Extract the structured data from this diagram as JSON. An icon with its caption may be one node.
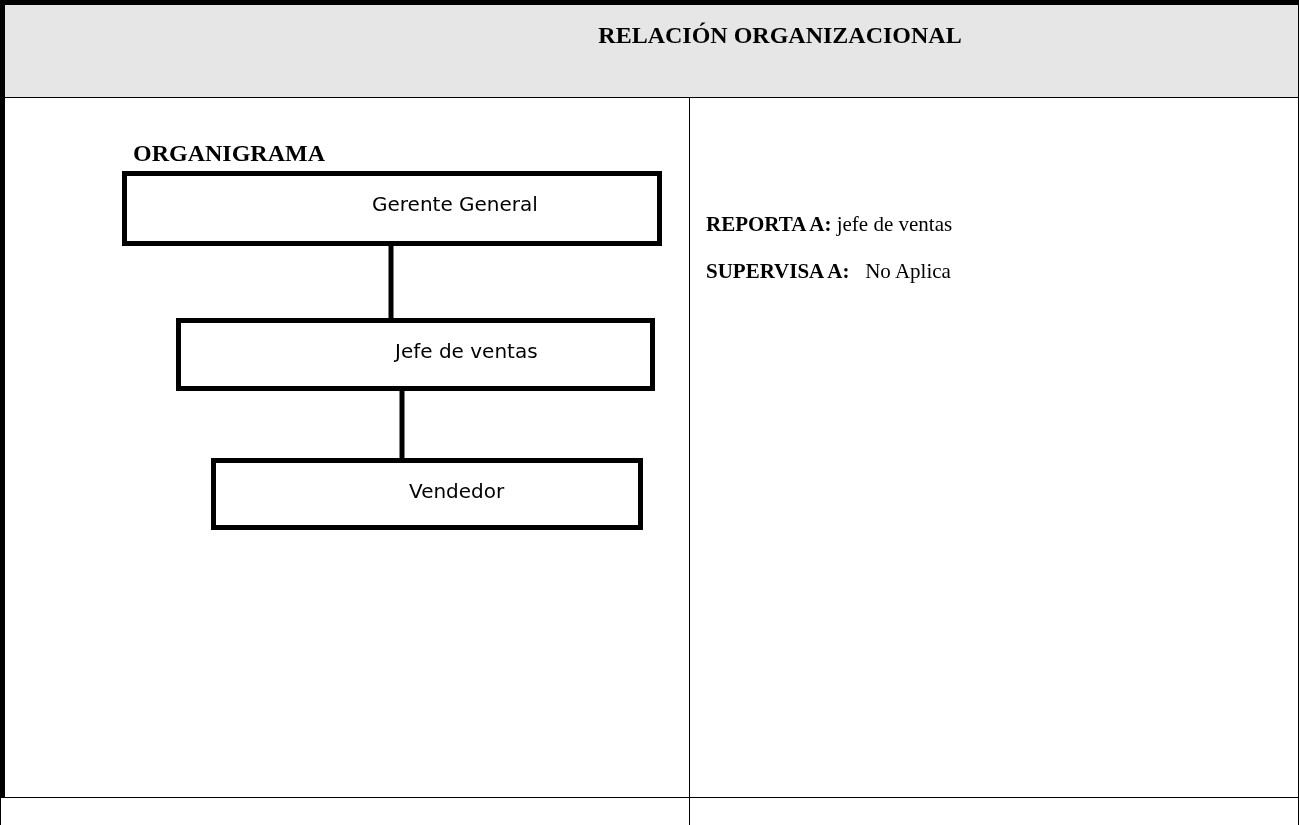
{
  "diagram": {
    "title": "RELACIÓN ORGANIZACIONAL",
    "nodes": [
      {
        "text": [
          "Gerente General"
        ]
      },
      {
        "text": [
          "Jefe de ventas"
        ]
      },
      {
        "text": [
          "Vendedor"
        ]
      }
    ],
    "edges": [
      {
        "from": 0,
        "to": 1,
        "arrow": "none"
      },
      {
        "from": 1,
        "to": 2,
        "arrow": "none"
      }
    ],
    "labels": [
      "ORGANIGRAMA",
      "**REPORTA A:** jefe de ventas",
      "**SUPERVISA A:**   No Aplica"
    ]
  }
}
